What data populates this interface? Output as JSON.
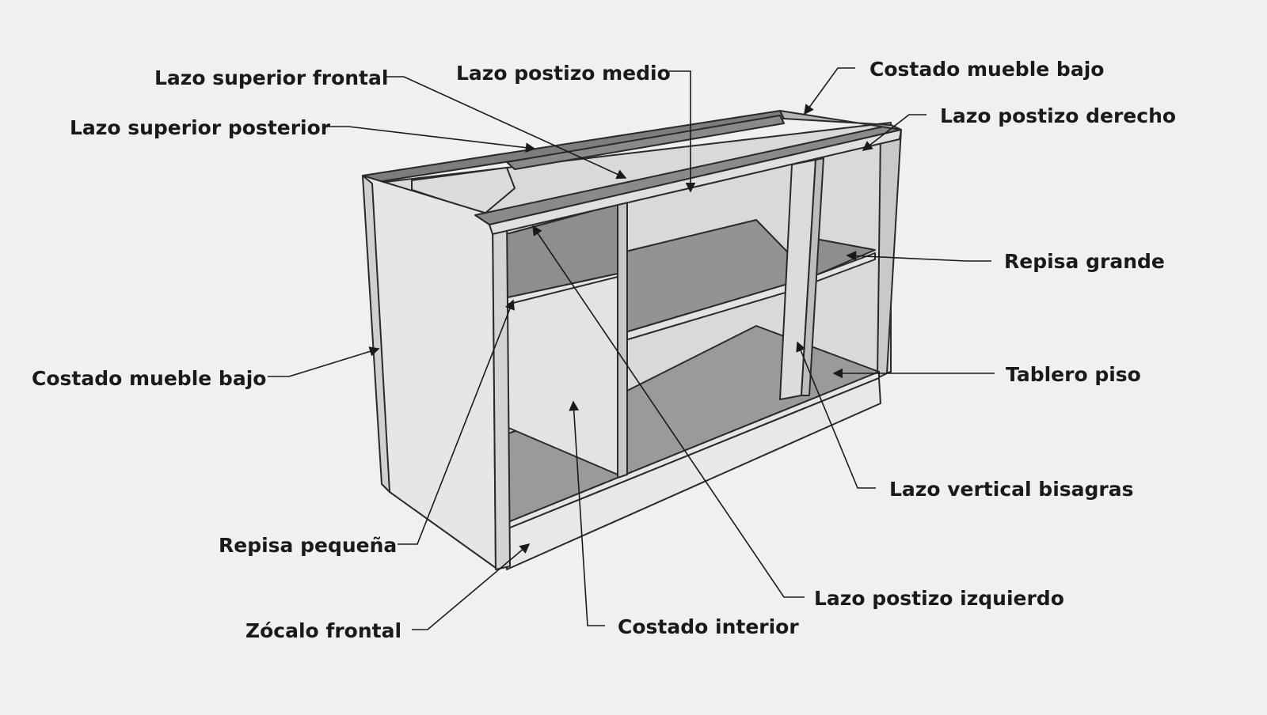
{
  "labels": {
    "lazo_superior_frontal": "Lazo superior frontal",
    "lazo_postizo_medio": "Lazo postizo medio",
    "costado_mueble_bajo_top": "Costado mueble bajo",
    "lazo_postizo_derecho": "Lazo postizo derecho",
    "lazo_superior_posterior": "Lazo superior posterior",
    "repisa_grande": "Repisa grande",
    "costado_mueble_bajo_left": "Costado mueble bajo",
    "tablero_piso": "Tablero piso",
    "lazo_vertical_bisagras": "Lazo vertical bisagras",
    "repisa_pequena": "Repisa pequeña",
    "lazo_postizo_izquierdo": "Lazo postizo izquierdo",
    "zocalo_frontal": "Zócalo  frontal",
    "costado_interior": "Costado interior"
  },
  "colors": {
    "background": "#f0f0f0",
    "panel_light": "#e6e6e6",
    "panel_mid": "#d2d2d2",
    "panel_dark": "#8f8f8f",
    "edge": "#2a2a2a"
  }
}
